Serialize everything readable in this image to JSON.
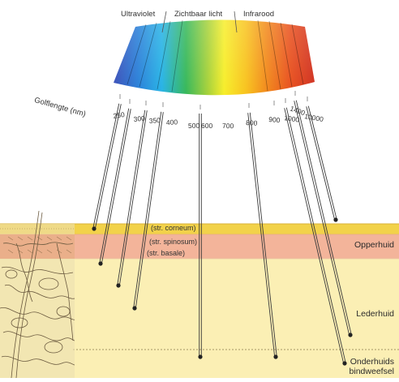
{
  "spectrum": {
    "ultraviolet": "Ultraviolet",
    "visible": "Zichtbaar licht",
    "infrared": "Infrarood",
    "wavelength_label": "Golflengte (nm)"
  },
  "ticks": [
    {
      "label": "250",
      "nm": 250
    },
    {
      "label": "300",
      "nm": 300
    },
    {
      "label": "350",
      "nm": 350
    },
    {
      "label": "400",
      "nm": 400
    },
    {
      "label": "500",
      "nm": 500
    },
    {
      "label": "600",
      "nm": 600
    },
    {
      "label": "700",
      "nm": 700
    },
    {
      "label": "800",
      "nm": 800
    },
    {
      "label": "900",
      "nm": 900
    },
    {
      "label": "1000",
      "nm": 1000
    },
    {
      "label": "1400",
      "nm": 1400
    },
    {
      "label": "10000",
      "nm": 10000
    }
  ],
  "layers": {
    "corneum": "(str. corneum)",
    "spinosum": "(str. spinosum)",
    "basale": "(str. basale)"
  },
  "zones": {
    "opperhuid": "Opperhuid",
    "lederhuid": "Lederhuid",
    "onderhuid_1": "Onderhuids",
    "onderhuid_2": "bindweefsel"
  },
  "colors": {
    "corneum": "#f2d24a",
    "epidermis": "#f3b49a",
    "dermis": "#fbefb4",
    "line": "#3a3a3a"
  }
}
